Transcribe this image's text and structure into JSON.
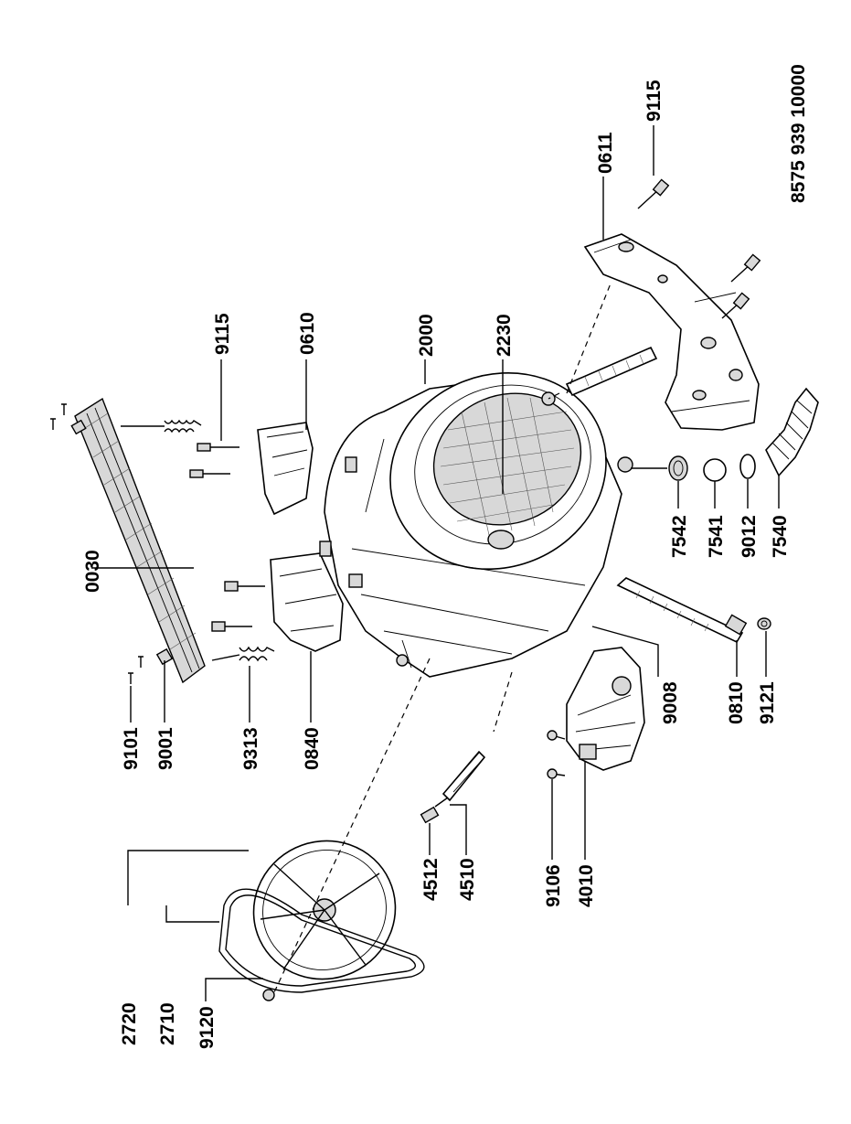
{
  "document_code": "8575 939 10000",
  "labels": {
    "p0611": "0611",
    "p9115a": "9115",
    "p9115b": "9115",
    "p0610": "0610",
    "p2000": "2000",
    "p2230": "2230",
    "p0030": "0030",
    "p9101": "9101",
    "p9001": "9001",
    "p9313": "9313",
    "p0840": "0840",
    "p9008": "9008",
    "p0810": "0810",
    "p9121": "9121",
    "p7542": "7542",
    "p7541": "7541",
    "p9012": "9012",
    "p7540": "7540",
    "p4512": "4512",
    "p4510": "4510",
    "p9106": "9106",
    "p4010": "4010",
    "p2720": "2720",
    "p2710": "2710",
    "p9120": "9120"
  }
}
